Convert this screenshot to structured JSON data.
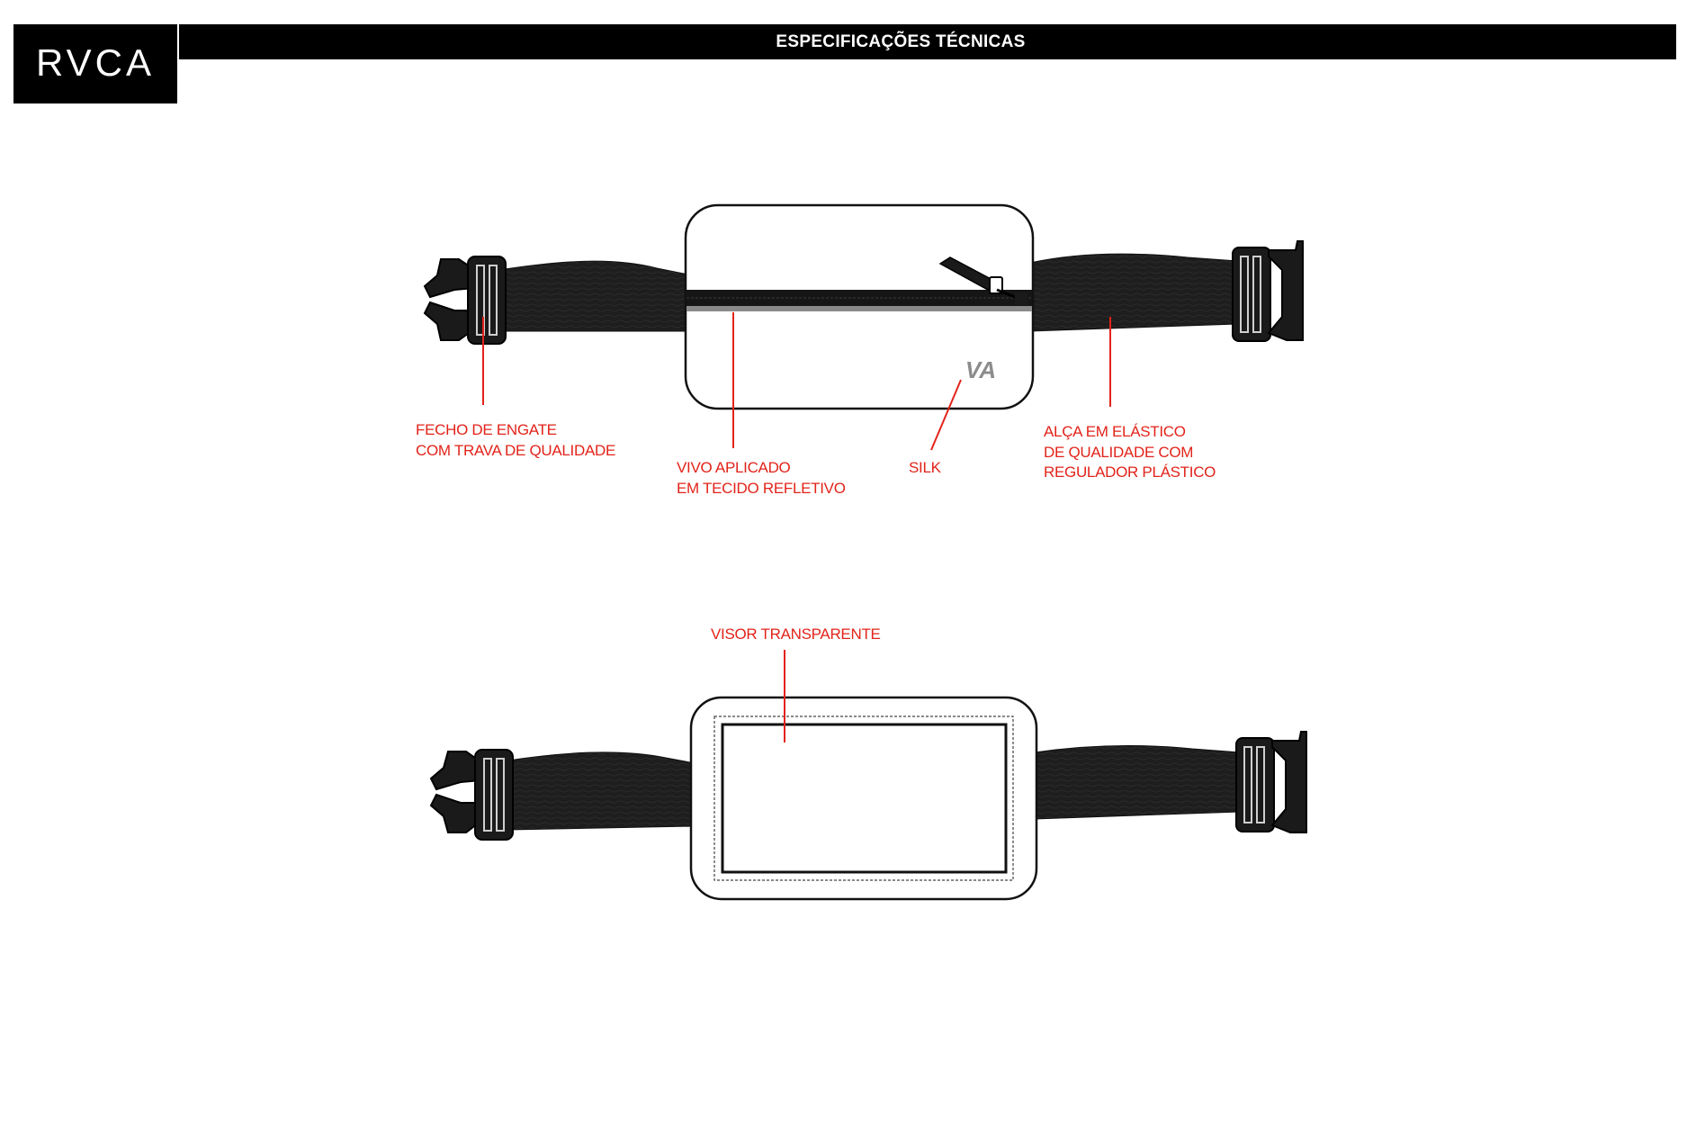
{
  "brand": {
    "logo_text": "RVCA"
  },
  "header": {
    "title": "ESPECIFICAÇÕES TÉCNICAS"
  },
  "product_logo": "VA",
  "colors": {
    "callout": "#e2231a",
    "strap": "#1f1f1f",
    "header": "#000000"
  },
  "front_view": {
    "callouts": {
      "buckle": {
        "line1": "FECHO DE ENGATE",
        "line2": "COM TRAVA DE QUALIDADE"
      },
      "piping": {
        "line1": "VIVO APLICADO",
        "line2": "EM TECIDO REFLETIVO"
      },
      "silk": {
        "line1": "SILK"
      },
      "strap": {
        "line1": "ALÇA EM ELÁSTICO",
        "line2": "DE QUALIDADE COM",
        "line3": "REGULADOR PLÁSTICO"
      }
    }
  },
  "back_view": {
    "callouts": {
      "visor": {
        "line1": "VISOR TRANSPARENTE"
      }
    }
  }
}
